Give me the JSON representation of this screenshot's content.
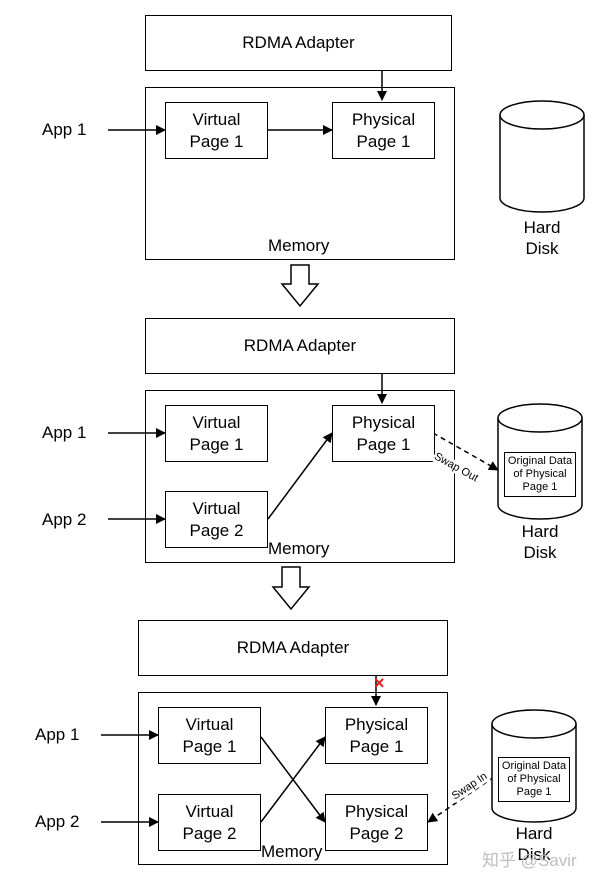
{
  "stage1": {
    "rdma": "RDMA Adapter",
    "memory": "Memory",
    "app1": "App 1",
    "virtual1": "Virtual\nPage 1",
    "physical1": "Physical\nPage 1",
    "disk": "Hard\nDisk"
  },
  "stage2": {
    "rdma": "RDMA Adapter",
    "memory": "Memory",
    "app1": "App 1",
    "app2": "App 2",
    "virtual1": "Virtual\nPage 1",
    "virtual2": "Virtual\nPage 2",
    "physical1": "Physical\nPage 1",
    "swap": "Swap Out",
    "original": "Original Data\nof Physical\nPage 1",
    "disk": "Hard\nDisk"
  },
  "stage3": {
    "rdma": "RDMA Adapter",
    "memory": "Memory",
    "app1": "App 1",
    "app2": "App 2",
    "virtual1": "Virtual\nPage 1",
    "virtual2": "Virtual\nPage 2",
    "physical1": "Physical\nPage 1",
    "physical2": "Physical\nPage 2",
    "swap": "Swap In",
    "original": "Original Data\nof Physical\nPage 1",
    "disk": "Hard\nDisk",
    "break_mark": "×"
  },
  "watermark": "知乎 @Savir"
}
